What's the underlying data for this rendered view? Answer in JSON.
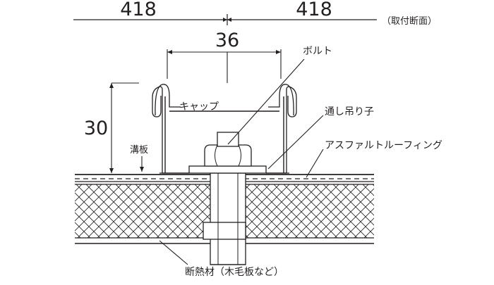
{
  "dimensions": {
    "left_span": "418",
    "right_span": "418",
    "cap_width": "36",
    "rib_height": "30"
  },
  "labels": {
    "section_note": "（取付断面）",
    "bolt": "ボルト",
    "cap": "キャップ",
    "hanger": "通し吊り子",
    "groove_plate": "溝板",
    "roofing": "アスファルトルーフィング",
    "insulation": "断熱材（木毛板など）"
  }
}
